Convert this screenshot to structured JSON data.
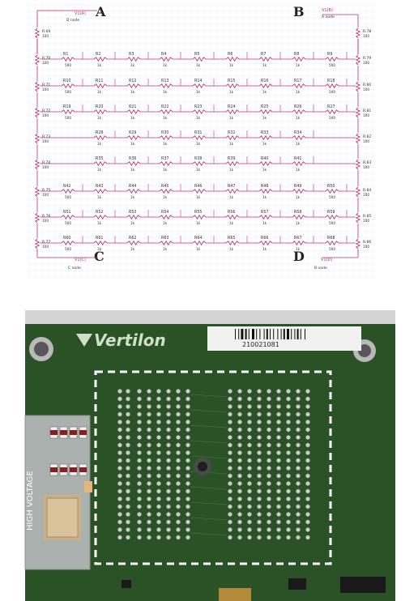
{
  "schematic": {
    "corner_labels": {
      "a": "A",
      "b": "B",
      "c": "C",
      "d": "D"
    },
    "nets": {
      "a": "V1(A)",
      "b": "V1(B)",
      "c": "V1(C)",
      "d": "V1(D)"
    },
    "node_labels": {
      "a": "D node",
      "b": "A node",
      "c": "C node",
      "d": "B node"
    },
    "left_resistors": [
      {
        "name": "R.69",
        "value": "100"
      },
      {
        "name": "R.70",
        "value": "100"
      },
      {
        "name": "R.71",
        "value": "100"
      },
      {
        "name": "R.72",
        "value": "100"
      },
      {
        "name": "R.73",
        "value": "100"
      },
      {
        "name": "R.74",
        "value": "100"
      },
      {
        "name": "R.75",
        "value": "100"
      },
      {
        "name": "R.76",
        "value": "100"
      },
      {
        "name": "R.77",
        "value": "100"
      }
    ],
    "right_resistors": [
      {
        "name": "R.78",
        "value": "100"
      },
      {
        "name": "R.79",
        "value": "100"
      },
      {
        "name": "R.80",
        "value": "100"
      },
      {
        "name": "R.81",
        "value": "100"
      },
      {
        "name": "R.82",
        "value": "100"
      },
      {
        "name": "R.83",
        "value": "100"
      },
      {
        "name": "R.84",
        "value": "100"
      },
      {
        "name": "R.85",
        "value": "100"
      },
      {
        "name": "R.86",
        "value": "100"
      }
    ],
    "rows": [
      [
        {
          "n": "R1",
          "v": "500"
        },
        {
          "n": "R2",
          "v": "1k"
        },
        {
          "n": "R3",
          "v": "1k"
        },
        {
          "n": "R4",
          "v": "1k"
        },
        {
          "n": "R5",
          "v": "1k"
        },
        {
          "n": "R6",
          "v": "1k"
        },
        {
          "n": "R7",
          "v": "1k"
        },
        {
          "n": "R8",
          "v": "1k"
        },
        {
          "n": "R9",
          "v": "500"
        }
      ],
      [
        {
          "n": "R10",
          "v": "500"
        },
        {
          "n": "R11",
          "v": "1k"
        },
        {
          "n": "R12",
          "v": "1k"
        },
        {
          "n": "R13",
          "v": "1k"
        },
        {
          "n": "R14",
          "v": "1k"
        },
        {
          "n": "R15",
          "v": "1k"
        },
        {
          "n": "R16",
          "v": "1k"
        },
        {
          "n": "R17",
          "v": "1k"
        },
        {
          "n": "R18",
          "v": "500"
        }
      ],
      [
        {
          "n": "R19",
          "v": "500"
        },
        {
          "n": "R20",
          "v": "1k"
        },
        {
          "n": "R21",
          "v": "1k"
        },
        {
          "n": "R22",
          "v": "1k"
        },
        {
          "n": "R23",
          "v": "1k"
        },
        {
          "n": "R24",
          "v": "1k"
        },
        {
          "n": "R25",
          "v": "1k"
        },
        {
          "n": "R26",
          "v": "1k"
        },
        {
          "n": "R27",
          "v": "500"
        }
      ],
      [
        {
          "n": "",
          "v": ""
        },
        {
          "n": "R28",
          "v": "1k"
        },
        {
          "n": "R29",
          "v": "1k"
        },
        {
          "n": "R30",
          "v": "1k"
        },
        {
          "n": "R31",
          "v": "1k"
        },
        {
          "n": "R32",
          "v": "1k"
        },
        {
          "n": "R33",
          "v": "1k"
        },
        {
          "n": "R34",
          "v": "1k"
        },
        {
          "n": "",
          "v": ""
        }
      ],
      [
        {
          "n": "",
          "v": ""
        },
        {
          "n": "R35",
          "v": "1k"
        },
        {
          "n": "R36",
          "v": "1k"
        },
        {
          "n": "R37",
          "v": "1k"
        },
        {
          "n": "R38",
          "v": "1k"
        },
        {
          "n": "R39",
          "v": "1k"
        },
        {
          "n": "R40",
          "v": "1k"
        },
        {
          "n": "R41",
          "v": "1k"
        },
        {
          "n": "",
          "v": ""
        }
      ],
      [
        {
          "n": "R42",
          "v": "500"
        },
        {
          "n": "R43",
          "v": "1k"
        },
        {
          "n": "R44",
          "v": "1k"
        },
        {
          "n": "R45",
          "v": "1k"
        },
        {
          "n": "R46",
          "v": "1k"
        },
        {
          "n": "R47",
          "v": "1k"
        },
        {
          "n": "R48",
          "v": "1k"
        },
        {
          "n": "R49",
          "v": "1k"
        },
        {
          "n": "R50",
          "v": "500"
        }
      ],
      [
        {
          "n": "R51",
          "v": "500"
        },
        {
          "n": "R52",
          "v": "1k"
        },
        {
          "n": "R53",
          "v": "1k"
        },
        {
          "n": "R54",
          "v": "1k"
        },
        {
          "n": "R55",
          "v": "1k"
        },
        {
          "n": "R56",
          "v": "1k"
        },
        {
          "n": "R57",
          "v": "1k"
        },
        {
          "n": "R58",
          "v": "1k"
        },
        {
          "n": "R59",
          "v": "500"
        }
      ],
      [
        {
          "n": "R60",
          "v": "500"
        },
        {
          "n": "R61",
          "v": "1k"
        },
        {
          "n": "R62",
          "v": "1k"
        },
        {
          "n": "R63",
          "v": "1k"
        },
        {
          "n": "R64",
          "v": "1k"
        },
        {
          "n": "R65",
          "v": "1k"
        },
        {
          "n": "R66",
          "v": "1k"
        },
        {
          "n": "R67",
          "v": "1k"
        },
        {
          "n": "R68",
          "v": "500"
        }
      ]
    ],
    "colors": {
      "wire": "#c0306a",
      "label": "#333333",
      "grid": "#dde3ea"
    }
  },
  "photo": {
    "brand": "Vertilon",
    "serial": "210021081",
    "hv_label": "HIGH VOLTAGE",
    "colors": {
      "pcb": "#2f5a2a",
      "silkscreen": "#e8efe4",
      "background": "#d8d8d8",
      "selection": "#ffffff"
    }
  }
}
